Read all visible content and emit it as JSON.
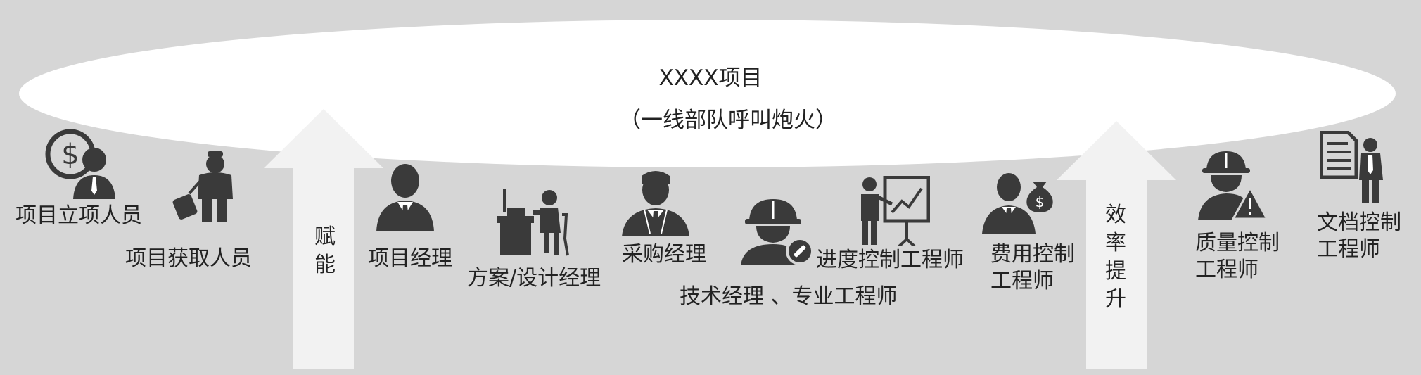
{
  "project": {
    "title": "XXXX项目",
    "subtitle": "（一线部队呼叫炮火）"
  },
  "arrows": {
    "left_label": [
      "赋",
      "能"
    ],
    "right_label": [
      "效",
      "率",
      "提",
      "升"
    ]
  },
  "roles": [
    {
      "label_lines": [
        "项目立项人员"
      ],
      "icon": "dollar-person-icon"
    },
    {
      "label_lines": [
        "项目获取人员"
      ],
      "icon": "traveler-with-luggage-icon"
    },
    {
      "label_lines": [
        "项目经理"
      ],
      "icon": "manager-in-suit-icon"
    },
    {
      "label_lines": [
        "方案/设计经理"
      ],
      "icon": "person-at-desk-icon"
    },
    {
      "label_lines": [
        "采购经理"
      ],
      "icon": "purchasing-manager-icon"
    },
    {
      "label_lines": [
        "技术经理 、专业工程师"
      ],
      "icon": "engineer-with-wrench-icon"
    },
    {
      "label_lines": [
        "进度控制工程师"
      ],
      "icon": "presenter-with-chart-icon"
    },
    {
      "label_lines": [
        "费用控制",
        "工程师"
      ],
      "icon": "person-with-money-bag-icon"
    },
    {
      "label_lines": [
        "质量控制",
        "工程师"
      ],
      "icon": "worker-with-warning-icon"
    },
    {
      "label_lines": [
        "文档控制",
        "工程师"
      ],
      "icon": "person-with-document-icon"
    }
  ],
  "colors": {
    "background": "#d6d6d6",
    "ellipse": "#ffffff",
    "arrow": "#f2f2f2",
    "icon": "#3a3a3a",
    "text": "#222222"
  }
}
